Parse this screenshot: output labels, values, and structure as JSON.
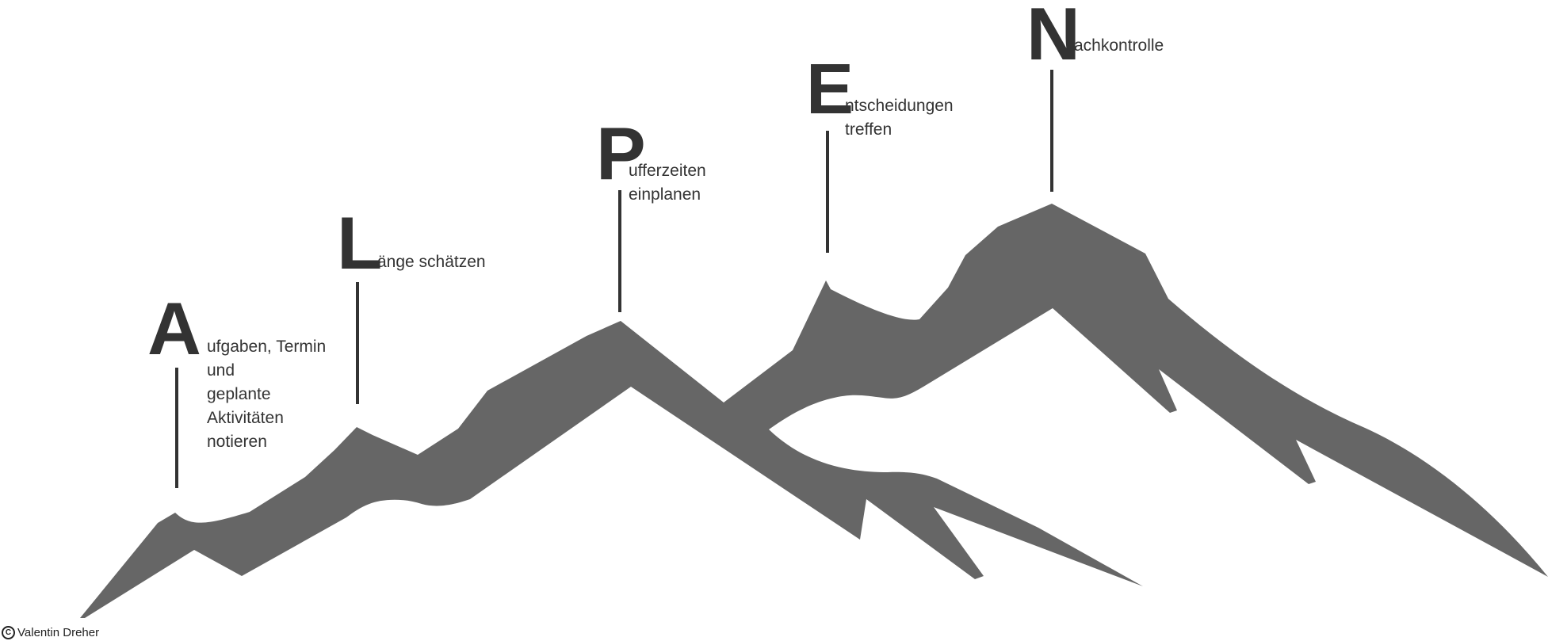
{
  "colors": {
    "mountain": "#666666",
    "text": "#333333",
    "line": "#333333"
  },
  "steps": [
    {
      "letter": "A",
      "rest": [
        "ufgaben, Termin",
        "und",
        "geplante",
        "Aktivitäten",
        "notieren"
      ]
    },
    {
      "letter": "L",
      "rest": [
        "änge schätzen"
      ]
    },
    {
      "letter": "P",
      "rest": [
        "ufferzeiten",
        "einplanen"
      ]
    },
    {
      "letter": "E",
      "rest": [
        "ntscheidungen",
        "treffen"
      ]
    },
    {
      "letter": "N",
      "rest": [
        "achkontrolle"
      ]
    }
  ],
  "copyright": {
    "symbol": "C",
    "text": "Valentin Dreher"
  }
}
